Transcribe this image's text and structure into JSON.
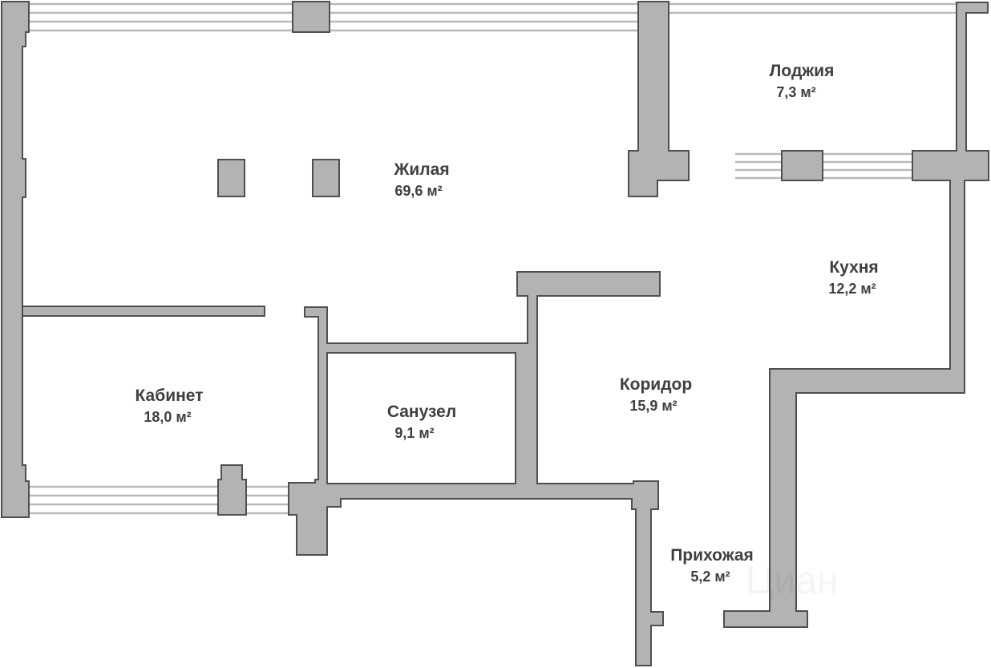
{
  "plan": {
    "colors": {
      "wall": "#b3b3b3",
      "wall_stroke": "#4f4f4f",
      "window": "#b9b9b9",
      "text": "#3f3f3f"
    },
    "watermark": "Циан",
    "rooms": [
      {
        "name": "Жилая",
        "area": "69,6 м²"
      },
      {
        "name": "Лоджия",
        "area": "7,3 м²"
      },
      {
        "name": "Кухня",
        "area": "12,2 м²"
      },
      {
        "name": "Коридор",
        "area": "15,9 м²"
      },
      {
        "name": "Кабинет",
        "area": "18,0 м²"
      },
      {
        "name": "Санузел",
        "area": "9,1 м²"
      },
      {
        "name": "Прихожая",
        "area": "5,2 м²"
      }
    ]
  }
}
